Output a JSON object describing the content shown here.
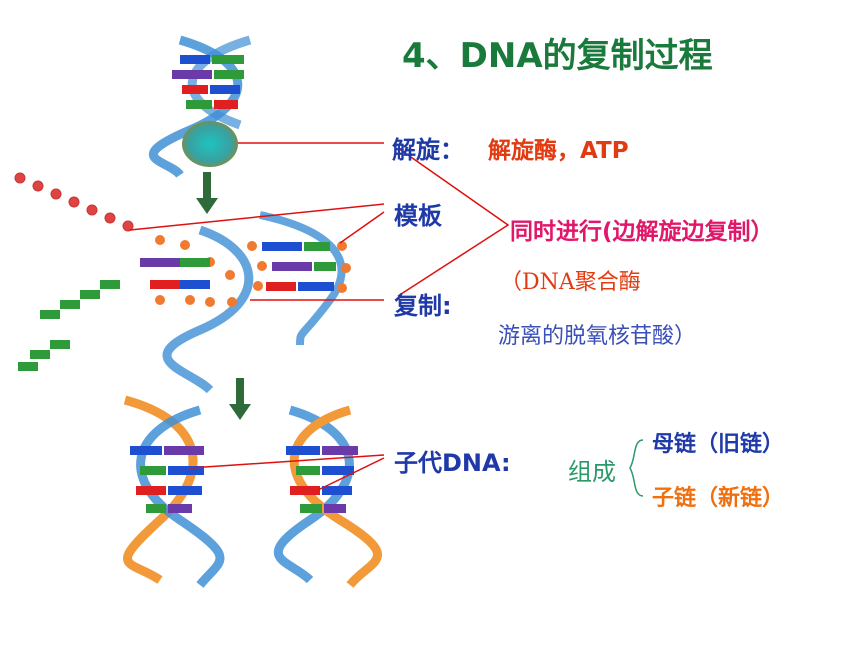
{
  "title": "4、DNA的复制过程",
  "labels": {
    "unwind": "解旋：",
    "unwind_detail": "解旋酶，ATP",
    "template": "模板",
    "simultaneous": "同时进行(边解旋边复制）",
    "replicate": "复制:",
    "enzyme_line1": "（DNA聚合酶",
    "enzyme_line2": "游离的脱氧核苷酸）",
    "daughter_dna": "子代DNA:",
    "compose": "组成",
    "parent_strand": "母链（旧链）",
    "daughter_strand": "子链（新链）"
  },
  "colors": {
    "title": "#1a7a3c",
    "label_blue": "#1f3aa8",
    "detail_red": "#e23b12",
    "magenta": "#e0176a",
    "compose_green": "#2a9a6a",
    "daughter_orange": "#f07010",
    "pointer_line": "#e01010",
    "arrow_green": "#2f6b3a",
    "helix_blue": "#3f8fd6",
    "helix_orange": "#f29a3a"
  },
  "icons": [
    "dna-helix-icon",
    "helicase-enzyme-icon",
    "down-arrow-icon",
    "brace-icon"
  ]
}
